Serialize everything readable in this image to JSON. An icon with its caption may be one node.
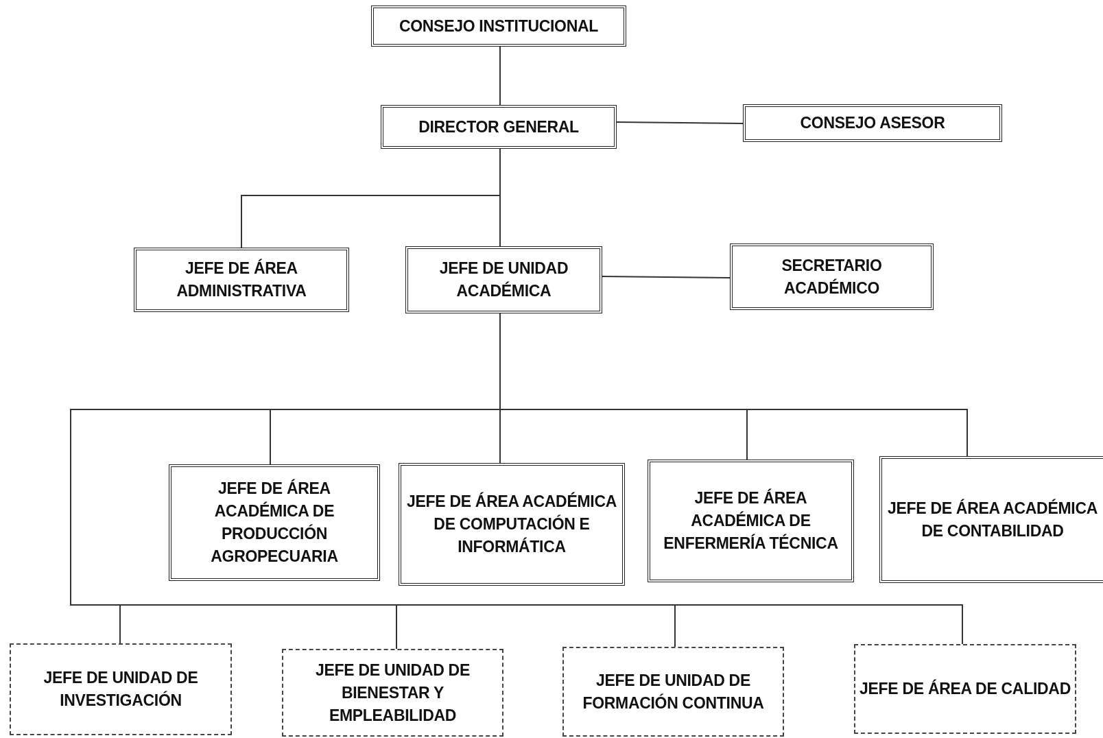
{
  "diagram": {
    "nodes": [
      {
        "text": [
          "CONSEJO INSTITUCIONAL"
        ]
      },
      {
        "text": [
          "DIRECTOR GENERAL"
        ]
      },
      {
        "text": [
          "CONSEJO ASESOR"
        ]
      },
      {
        "text": [
          "JEFE DE ÁREA ADMINISTRATIVA"
        ]
      },
      {
        "text": [
          "JEFE DE UNIDAD ACADÉMICA"
        ]
      },
      {
        "text": [
          "SECRETARIO ACADÉMICO"
        ]
      },
      {
        "text": [
          "JEFE DE ÁREA ACADÉMICA DE PRODUCCIÓN AGROPECUARIA"
        ]
      },
      {
        "text": [
          "JEFE DE ÁREA ACADÉMICA DE COMPUTACIÓN E INFORMÁTICA"
        ]
      },
      {
        "text": [
          "JEFE DE ÁREA ACADÉMICA DE ENFERMERÍA TÉCNICA"
        ]
      },
      {
        "text": [
          "JEFE DE ÁREA ACADÉMICA DE CONTABILIDAD"
        ]
      },
      {
        "text": [
          "JEFE DE UNIDAD DE INVESTIGACIÓN"
        ]
      },
      {
        "text": [
          "JEFE DE UNIDAD DE BIENESTAR Y EMPLEABILIDAD"
        ]
      },
      {
        "text": [
          "JEFE DE UNIDAD DE FORMACIÓN CONTINUA"
        ]
      },
      {
        "text": [
          "JEFE DE ÁREA DE CALIDAD"
        ]
      }
    ],
    "edges": [
      {
        "from": 0,
        "to": 1,
        "arrow": "none"
      },
      {
        "from": 1,
        "to": 2,
        "arrow": "none"
      },
      {
        "from": 1,
        "to": 3,
        "arrow": "none"
      },
      {
        "from": 1,
        "to": 4,
        "arrow": "none"
      },
      {
        "from": 4,
        "to": 5,
        "arrow": "none"
      },
      {
        "from": 4,
        "to": 6,
        "arrow": "none"
      },
      {
        "from": 4,
        "to": 7,
        "arrow": "none"
      },
      {
        "from": 4,
        "to": 8,
        "arrow": "none"
      },
      {
        "from": 4,
        "to": 9,
        "arrow": "none"
      },
      {
        "from": 4,
        "to": 10,
        "arrow": "none"
      },
      {
        "from": 4,
        "to": 11,
        "arrow": "none"
      },
      {
        "from": 4,
        "to": 12,
        "arrow": "none"
      },
      {
        "from": 4,
        "to": 13,
        "arrow": "none"
      }
    ]
  }
}
